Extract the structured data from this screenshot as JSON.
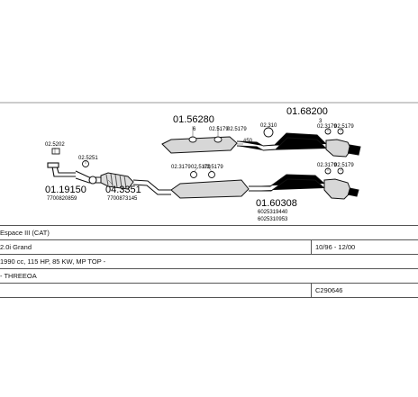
{
  "parts": {
    "p1": {
      "number": "01.56280",
      "sub": "6"
    },
    "p2": {
      "number": "01.68200",
      "sub": "3"
    },
    "p3": {
      "number": "01.19150",
      "sub": "7700820859"
    },
    "p4": {
      "number": "04.3351",
      "sub": "7700873145"
    },
    "p5": {
      "number": "01.60308",
      "sub1": "6025319440",
      "sub2": "6025310953"
    }
  },
  "small_labels": {
    "l1": "02.5179",
    "l2": "02.5179",
    "l3": "02.5179",
    "l4": "02.310",
    "l5": "02.3179",
    "l6": "02.5179",
    "l7": "02.5202",
    "l8": "02.5251",
    "l9": "02.3179",
    "l10": "02.5179",
    "l11": "02.3179",
    "l12": "02.5179",
    "l13": "#50"
  },
  "vehicle": {
    "model": "Espace III (CAT)",
    "engine": "2.0i Grand",
    "date_range": "10/96 - 12/00",
    "spec": "1990 cc, 115 HP, 85 KW, MP TOP -",
    "notes": "- THREEOA",
    "code": "C290646"
  }
}
